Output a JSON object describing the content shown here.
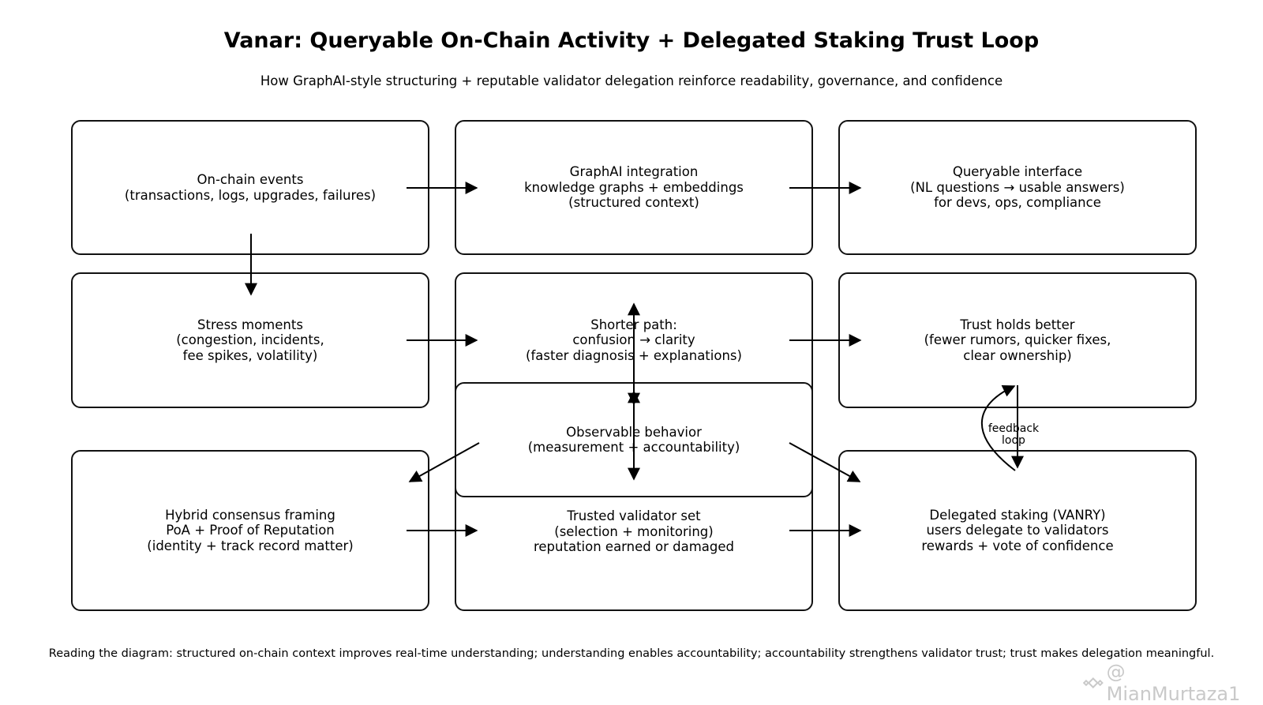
{
  "title": "Vanar: Queryable On-Chain Activity + Delegated Staking Trust Loop",
  "subtitle": "How GraphAI-style structuring + reputable validator delegation reinforce readability, governance, and confidence",
  "boxes": {
    "onchain_events": "On-chain events\n(transactions, logs, upgrades, failures)",
    "graphai_integration": "GraphAI integration\nknowledge graphs + embeddings\n(structured context)",
    "queryable_interface": "Queryable interface\n(NL questions → usable answers)\nfor devs, ops, compliance",
    "stress_moments": "Stress moments\n(congestion, incidents,\nfee spikes, volatility)",
    "shorter_path": "Shorter path:\nconfusion → clarity\n(faster diagnosis + explanations)",
    "trust_holds": "Trust holds better\n(fewer rumors, quicker fixes,\nclear ownership)",
    "observable_behavior": "Observable behavior\n(measurement + accountability)",
    "hybrid_consensus": "Hybrid consensus framing\nPoA + Proof of Reputation\n(identity + track record matter)",
    "trusted_validators": "Trusted validator set\n(selection + monitoring)\nreputation earned or damaged",
    "delegated_staking": "Delegated staking (VANRY)\nusers delegate to validators\nrewards + vote of confidence"
  },
  "feedback_loop_label": "feedback\nloop",
  "footer": "Reading the diagram: structured on-chain context improves real-time understanding; understanding enables accountability; accountability strengthens validator trust; trust makes delegation meaningful.",
  "watermark": "@ MianMurtaza1"
}
